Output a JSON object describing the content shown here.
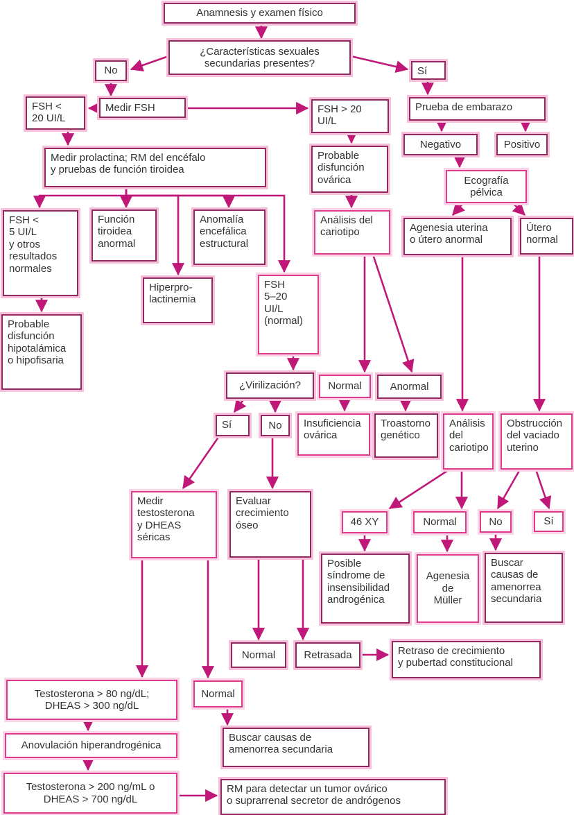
{
  "diagram": {
    "type": "flowchart",
    "language": "es",
    "colors": {
      "border_dark": "#8e2a60",
      "border_pink": "#e03a8e",
      "glow_pink": "#f9c0dc",
      "arrow": "#bf1878",
      "text": "#333333",
      "background": "#ffffff"
    },
    "nodes": [
      {
        "id": "anamnesis",
        "label": "Anamnesis y examen físico"
      },
      {
        "id": "caract",
        "label": "¿Características sexuales\nsecundarias presentes?"
      },
      {
        "id": "no1",
        "label": "No"
      },
      {
        "id": "si1",
        "label": "Sí"
      },
      {
        "id": "medirFSH",
        "label": "Medir FSH"
      },
      {
        "id": "fshLt20",
        "label": "FSH <\n20 UI/L"
      },
      {
        "id": "fshGt20",
        "label": "FSH > 20\nUI/L"
      },
      {
        "id": "pruebaEmbarazo",
        "label": "Prueba de embarazo"
      },
      {
        "id": "negativo",
        "label": "Negativo"
      },
      {
        "id": "positivo",
        "label": "Positivo"
      },
      {
        "id": "ecografia",
        "label": "Ecografía\npélvica"
      },
      {
        "id": "medirProlactina",
        "label": "Medir prolactina; RM del encéfalo\ny pruebas de función tiroidea"
      },
      {
        "id": "probDisfOvarica",
        "label": "Probable\ndisfunción\novárica"
      },
      {
        "id": "fshLt5",
        "label": "FSH <\n5 UI/L\ny otros\nresultados\nnormales"
      },
      {
        "id": "funcTiroidea",
        "label": "Función\ntiroidea\nanormal"
      },
      {
        "id": "anomEncef",
        "label": "Anomalía\nencefálica\nestructural"
      },
      {
        "id": "analisisKar1",
        "label": "Análisis del\ncariotipo"
      },
      {
        "id": "agenesiaUterina",
        "label": "Agenesia uterina\no útero anormal"
      },
      {
        "id": "uteroNormal",
        "label": "Útero\nnormal"
      },
      {
        "id": "hiperpro",
        "label": "Hiperpro-\nlactinemia"
      },
      {
        "id": "fsh520",
        "label": "FSH\n5–20\nUI/L\n(normal)"
      },
      {
        "id": "probHipotal",
        "label": "Probable\ndisfunción\nhipotalámica\no hipofisaria"
      },
      {
        "id": "virilizacion",
        "label": "¿Virilización?"
      },
      {
        "id": "normalKar1",
        "label": "Normal"
      },
      {
        "id": "anormalKar1",
        "label": "Anormal"
      },
      {
        "id": "siViril",
        "label": "Sí"
      },
      {
        "id": "noViril",
        "label": "No"
      },
      {
        "id": "insufOvarica",
        "label": "Insuficiencia\novárica"
      },
      {
        "id": "troastorno",
        "label": "Troastorno\ngenético"
      },
      {
        "id": "analisisKar2",
        "label": "Análisis\ndel\ncariotipo"
      },
      {
        "id": "obstruccion",
        "label": "Obstrucción\ndel vaciado\nuterino"
      },
      {
        "id": "medirTesto",
        "label": "Medir\ntestosterona\ny DHEAS\nséricas"
      },
      {
        "id": "evaluarCrec",
        "label": "Evaluar\ncrecimiento\nóseo"
      },
      {
        "id": "46xy",
        "label": "46 XY"
      },
      {
        "id": "normalKar2",
        "label": "Normal"
      },
      {
        "id": "noObstr",
        "label": "No"
      },
      {
        "id": "siObstr",
        "label": "Sí"
      },
      {
        "id": "posibleSind",
        "label": "Posible\nsíndrome de\ninsensibilidad\nandrogénica"
      },
      {
        "id": "agenesiaMuller",
        "label": "Agenesia\nde\nMüller"
      },
      {
        "id": "buscarCausas1",
        "label": "Buscar\ncausas de\namenorrea\nsecundaria"
      },
      {
        "id": "normalOseo",
        "label": "Normal"
      },
      {
        "id": "retrasada",
        "label": "Retrasada"
      },
      {
        "id": "retrasoCrec",
        "label": "Retraso de crecimiento\ny pubertad constitucional"
      },
      {
        "id": "testo80",
        "label": "Testosterona > 80 ng/dL;\nDHEAS > 300 ng/dL"
      },
      {
        "id": "normalTesto",
        "label": "Normal"
      },
      {
        "id": "anovulacion",
        "label": "Anovulación hiperandrogénica"
      },
      {
        "id": "buscarCausas2",
        "label": "Buscar causas de\namenorrea secundaria"
      },
      {
        "id": "testo200",
        "label": "Testosterona > 200 ng/mL o\nDHEAS > 700 ng/dL"
      },
      {
        "id": "rmTumor",
        "label": "RM para detectar un tumor ovárico\no suprarrenal secretor de andrógenos"
      }
    ],
    "edges": [
      {
        "from": "anamnesis",
        "to": "caract"
      },
      {
        "from": "caract",
        "to": "no1"
      },
      {
        "from": "caract",
        "to": "si1"
      },
      {
        "from": "no1",
        "to": "medirFSH"
      },
      {
        "from": "medirFSH",
        "to": "fshLt20"
      },
      {
        "from": "medirFSH",
        "to": "fshGt20"
      },
      {
        "from": "fshLt20",
        "to": "medirProlactina"
      },
      {
        "from": "medirProlactina",
        "to": "fshLt5"
      },
      {
        "from": "medirProlactina",
        "to": "funcTiroidea"
      },
      {
        "from": "medirProlactina",
        "to": "anomEncef"
      },
      {
        "from": "medirProlactina",
        "to": "hiperpro"
      },
      {
        "from": "medirProlactina",
        "to": "fsh520"
      },
      {
        "from": "fshLt5",
        "to": "probHipotal"
      },
      {
        "from": "fshGt20",
        "to": "probDisfOvarica"
      },
      {
        "from": "probDisfOvarica",
        "to": "analisisKar1"
      },
      {
        "from": "analisisKar1",
        "to": "normalKar1"
      },
      {
        "from": "analisisKar1",
        "to": "anormalKar1"
      },
      {
        "from": "normalKar1",
        "to": "insufOvarica"
      },
      {
        "from": "anormalKar1",
        "to": "troastorno"
      },
      {
        "from": "si1",
        "to": "pruebaEmbarazo"
      },
      {
        "from": "pruebaEmbarazo",
        "to": "negativo"
      },
      {
        "from": "pruebaEmbarazo",
        "to": "positivo"
      },
      {
        "from": "negativo",
        "to": "ecografia"
      },
      {
        "from": "ecografia",
        "to": "agenesiaUterina"
      },
      {
        "from": "ecografia",
        "to": "uteroNormal"
      },
      {
        "from": "agenesiaUterina",
        "to": "analisisKar2"
      },
      {
        "from": "uteroNormal",
        "to": "obstruccion"
      },
      {
        "from": "fsh520",
        "to": "virilizacion"
      },
      {
        "from": "virilizacion",
        "to": "siViril"
      },
      {
        "from": "virilizacion",
        "to": "noViril"
      },
      {
        "from": "siViril",
        "to": "medirTesto"
      },
      {
        "from": "noViril",
        "to": "evaluarCrec"
      },
      {
        "from": "medirTesto",
        "to": "testo80"
      },
      {
        "from": "medirTesto",
        "to": "normalTesto"
      },
      {
        "from": "evaluarCrec",
        "to": "normalOseo"
      },
      {
        "from": "evaluarCrec",
        "to": "retrasada"
      },
      {
        "from": "retrasada",
        "to": "retrasoCrec"
      },
      {
        "from": "analisisKar2",
        "to": "46xy"
      },
      {
        "from": "analisisKar2",
        "to": "normalKar2"
      },
      {
        "from": "obstruccion",
        "to": "noObstr"
      },
      {
        "from": "obstruccion",
        "to": "siObstr"
      },
      {
        "from": "46xy",
        "to": "posibleSind"
      },
      {
        "from": "normalKar2",
        "to": "agenesiaMuller"
      },
      {
        "from": "noObstr",
        "to": "buscarCausas1"
      },
      {
        "from": "normalTesto",
        "to": "buscarCausas2"
      },
      {
        "from": "testo80",
        "to": "anovulacion"
      },
      {
        "from": "anovulacion",
        "to": "testo200"
      },
      {
        "from": "testo200",
        "to": "rmTumor"
      }
    ]
  }
}
